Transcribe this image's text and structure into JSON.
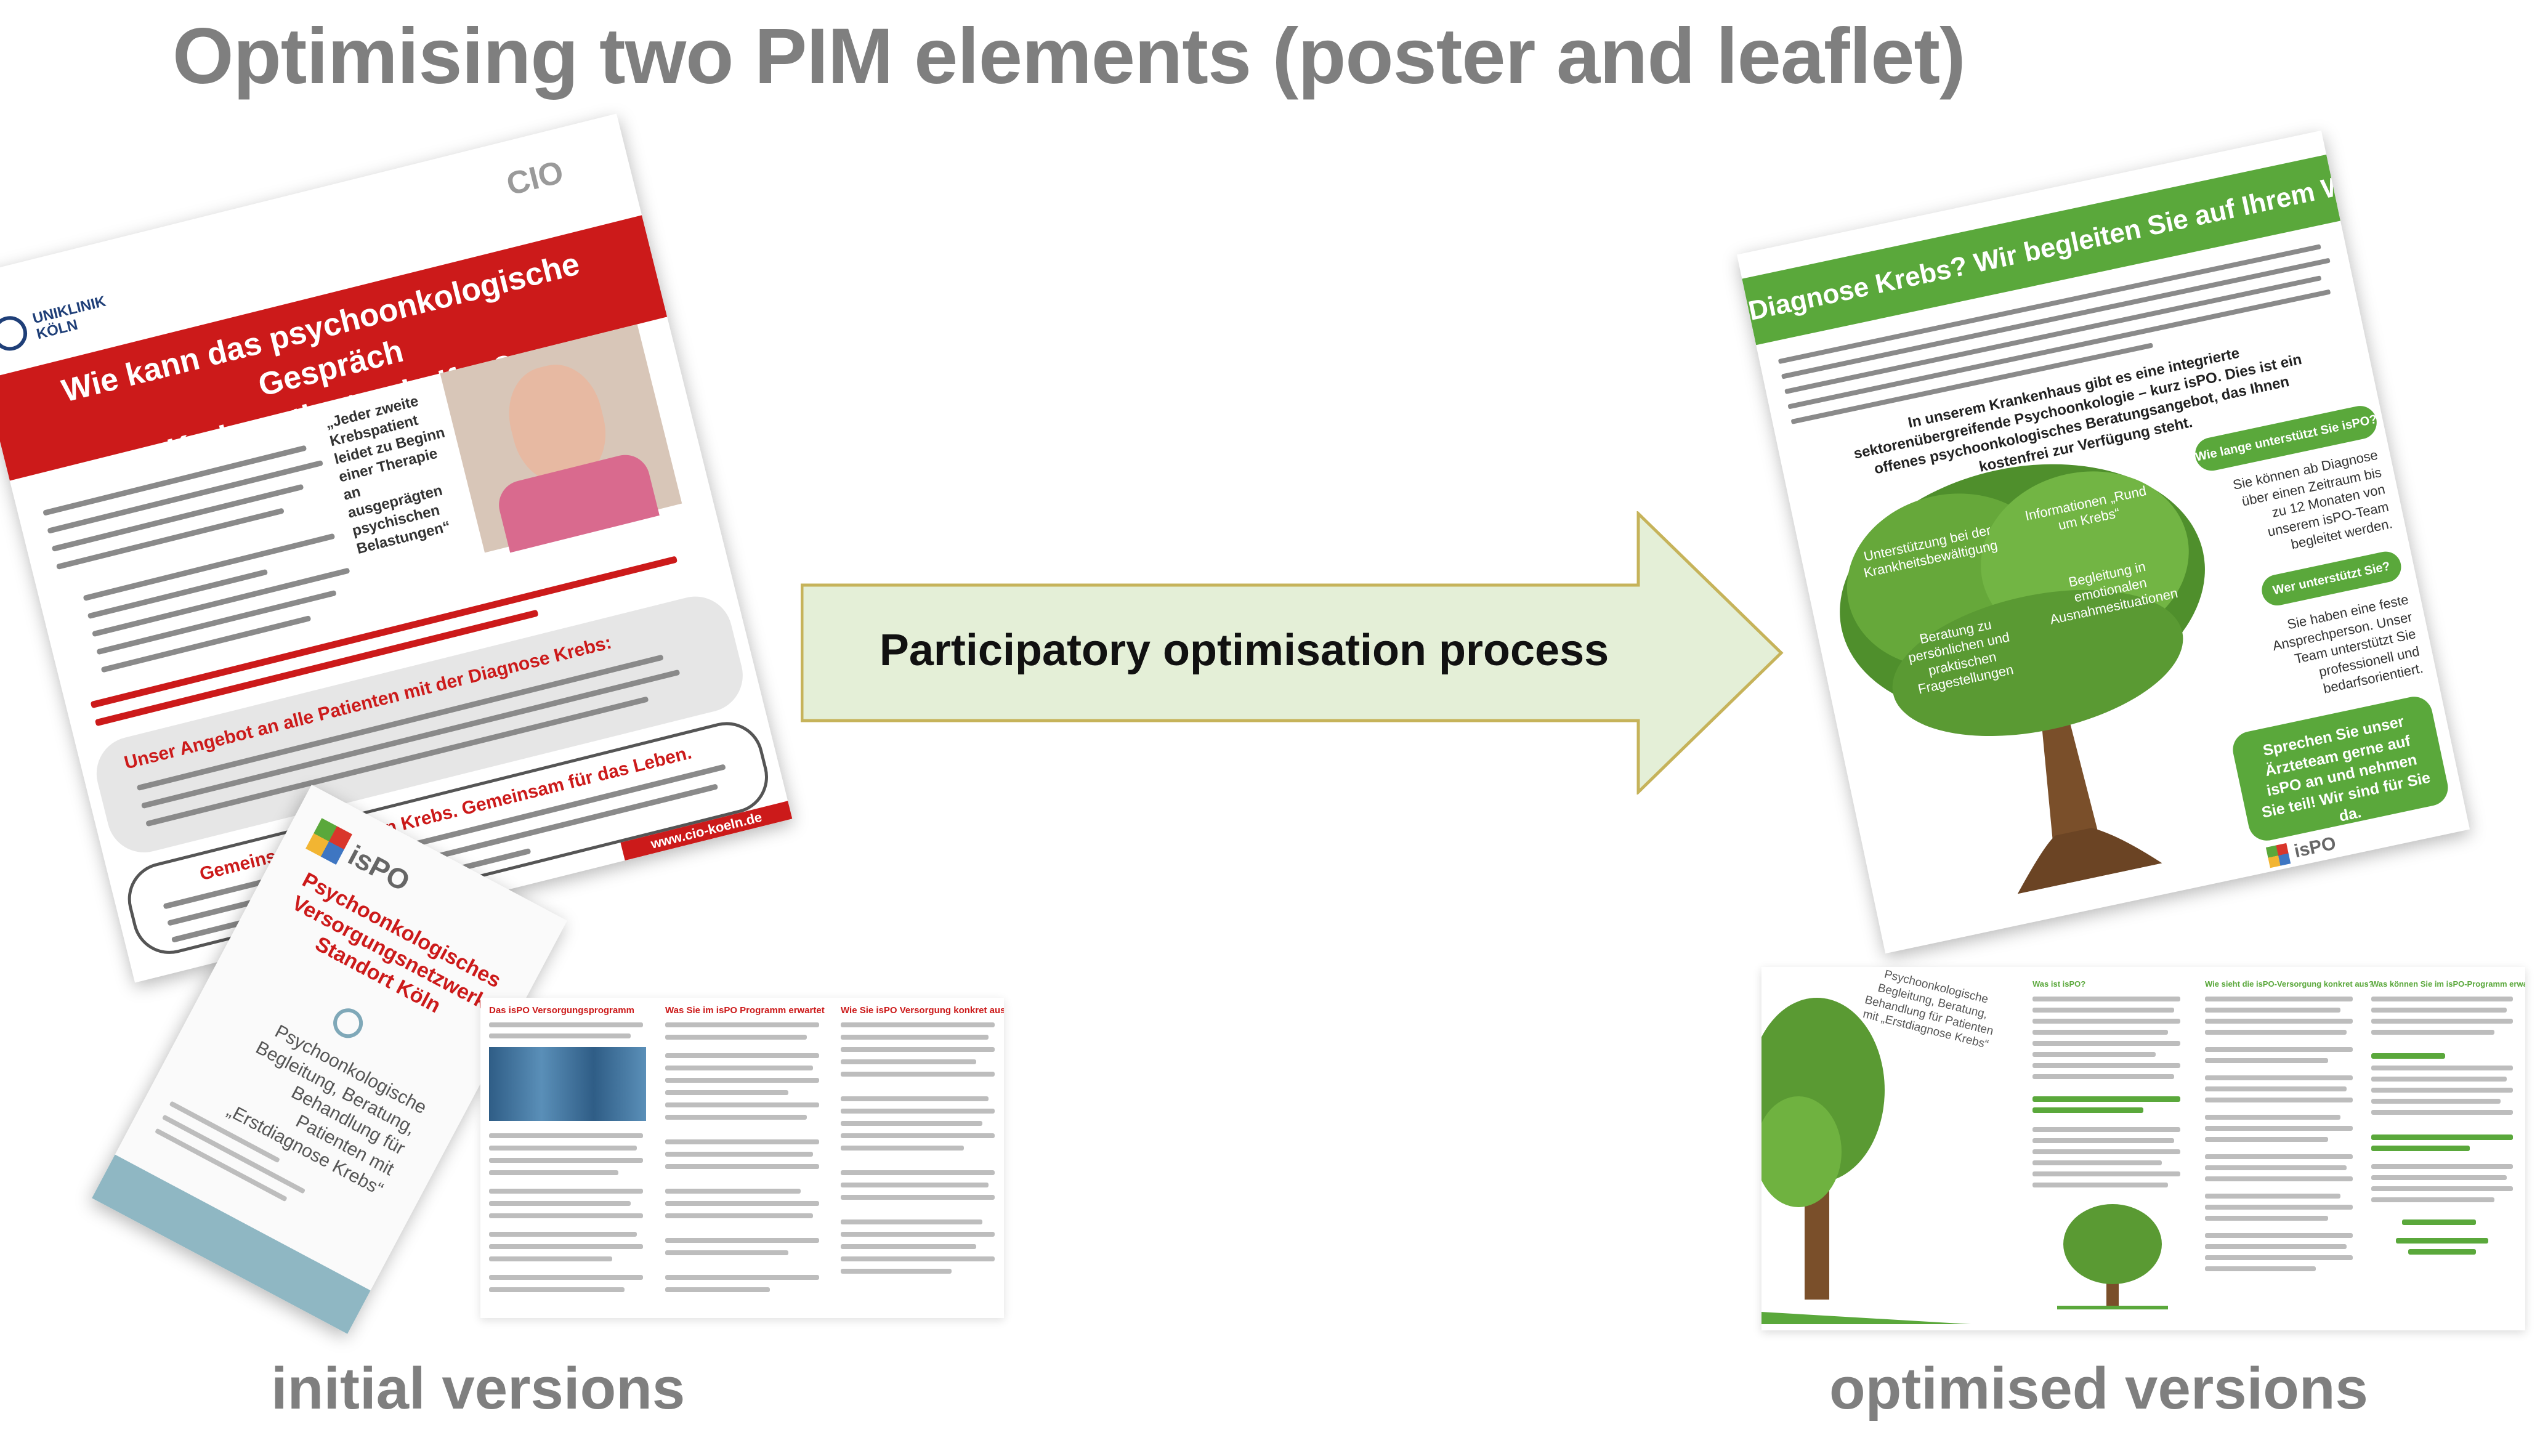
{
  "title": "Optimising two PIM elements (poster and leaflet)",
  "arrow": {
    "label": "Participatory optimisation process",
    "fill": "#e4efd7",
    "stroke": "#c6b35a"
  },
  "initial": {
    "caption": "initial versions",
    "poster": {
      "logo_left": "UNIKLINIK KÖLN",
      "logo_right": "CIO",
      "headline_line1": "Wie kann das psychoonkologische Gespräch",
      "headline_line2": "Krebspatienten helfen?",
      "quote": "„Jeder zweite Krebspatient leidet zu Beginn einer Therapie an ausgeprägten psychischen Belastungen“",
      "offer_heading": "Unser Angebot an alle Patienten mit der Diagnose Krebs:",
      "slogan": "Gemeinsam gegen den Krebs. Gemeinsam für das Leben.",
      "website": "www.cio-koeln.de"
    },
    "leaflet": {
      "logo": "isPO",
      "title": "Psychoonkologisches Versorgungsnetzwerk Standort Köln",
      "subtitle": "Psychoonkologische Begleitung, Beratung, Behandlung für Patienten mit „Erstdiagnose Krebs“",
      "col1_heading": "Das isPO Versorgungsprogramm",
      "col2_heading": "Was Sie im isPO Programm erwartet",
      "col3_heading": "Wie Sie isPO Versorgung konkret aussieht"
    }
  },
  "optimised": {
    "caption": "optimised versions",
    "poster": {
      "headline": "Diagnose Krebs? Wir begleiten Sie auf Ihrem Weg!",
      "intro_bold": "In unserem Krankenhaus gibt es eine integrierte sektorenübergreifende Psychoonkologie – kurz isPO. Dies ist ein offenes psychoonkologisches Beratungsangebot, das Ihnen kostenfrei zur Verfügung steht.",
      "tree_labels": [
        "Unterstützung bei der Krankheitsbewältigung",
        "Informationen „Rund um Krebs“",
        "Begleitung in emotionalen Ausnahmesituationen",
        "Beratung zu persönlichen und praktischen Fragestellungen"
      ],
      "q1": "Wie lange unterstützt Sie isPO?",
      "a1": "Sie können ab Diagnose über einen Zeitraum bis zu 12 Monaten von unserem isPO-Team begleitet werden.",
      "q2": "Wer unterstützt Sie?",
      "a2": "Sie haben eine feste Ansprechperson. Unser Team unterstützt Sie professionell und bedarfsorientiert.",
      "cta": "Sprechen Sie unser Ärzteteam gerne auf isPO an und nehmen Sie teil! Wir sind für Sie da.",
      "logo": "isPO"
    },
    "leaflet": {
      "subtitle": "Psychoonkologische Begleitung, Beratung, Behandlung für Patienten mit „Erstdiagnose Krebs“",
      "col1_heading": "Was ist isPO?",
      "col2_heading": "Wie sieht die isPO-Versorgung konkret aus?",
      "col3_heading": "Was können Sie im isPO-Programm erwarten?"
    }
  }
}
